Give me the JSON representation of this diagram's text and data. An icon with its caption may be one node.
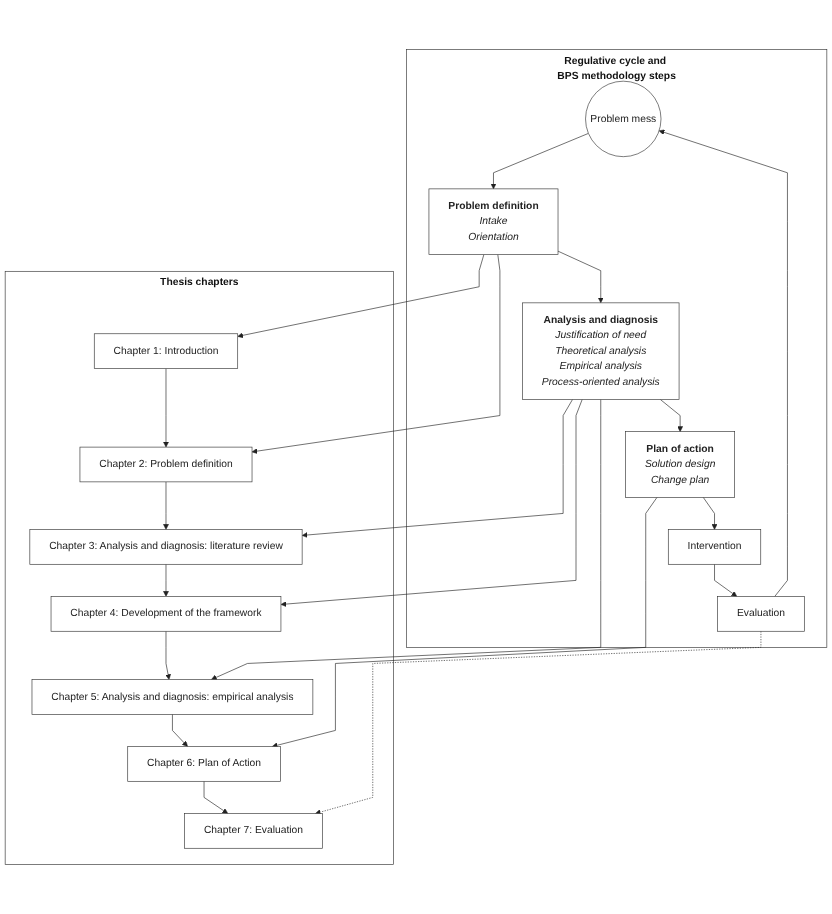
{
  "diagram": {
    "nodes": [
      {
        "text": [
          "Thesis chapters"
        ]
      },
      {
        "text": [
          "Chapter 1: Introduction"
        ],
        "in": 0
      },
      {
        "text": [
          "Chapter 2: Problem definition"
        ],
        "in": 0
      },
      {
        "text": [
          "Chapter 3: Analysis and diagnosis: literature review"
        ],
        "in": 0
      },
      {
        "text": [
          "Chapter 4: Development of the framework"
        ],
        "in": 0
      },
      {
        "text": [
          "Chapter 5: Analysis and diagnosis: empirical analysis"
        ],
        "in": 0
      },
      {
        "text": [
          "Chapter 6: Plan of Action"
        ],
        "in": 0
      },
      {
        "text": [
          "Chapter 7: Evaluation"
        ],
        "in": 0
      },
      {
        "text": [
          "Regulative cycle and BPS methodology steps"
        ]
      },
      {
        "text": [
          "Problem mess"
        ],
        "in": 8
      },
      {
        "text": [
          "Problem definition",
          "Intake",
          "Orientation"
        ],
        "in": 8
      },
      {
        "text": [
          "Analysis and diagnosis",
          "Justification of need",
          "Theoretical analysis",
          "Empirical analysis",
          "Process-oriented analysis"
        ],
        "in": 8
      },
      {
        "text": [
          "Plan of action",
          "Solution design",
          "Change plan"
        ],
        "in": 8
      },
      {
        "text": [
          "Intervention"
        ],
        "in": 8
      },
      {
        "text": [
          "Evaluation"
        ],
        "in": 8
      }
    ],
    "edges": [
      {
        "from": 1,
        "to": 2,
        "arrow": "to"
      },
      {
        "from": 2,
        "to": 3,
        "arrow": "to"
      },
      {
        "from": 3,
        "to": 4,
        "arrow": "to"
      },
      {
        "from": 4,
        "to": 5,
        "arrow": "to"
      },
      {
        "from": 5,
        "to": 6,
        "arrow": "to"
      },
      {
        "from": 6,
        "to": 7,
        "arrow": "to"
      },
      {
        "from": 9,
        "to": 10,
        "arrow": "to"
      },
      {
        "from": 10,
        "to": 11,
        "arrow": "to"
      },
      {
        "from": 11,
        "to": 12,
        "arrow": "to"
      },
      {
        "from": 12,
        "to": 13,
        "arrow": "to"
      },
      {
        "from": 13,
        "to": 14,
        "arrow": "to"
      },
      {
        "from": 14,
        "to": 9,
        "arrow": "to"
      },
      {
        "from": 10,
        "to": 1,
        "arrow": "to"
      },
      {
        "from": 10,
        "to": 2,
        "arrow": "to"
      },
      {
        "from": 11,
        "to": 3,
        "arrow": "to"
      },
      {
        "from": 11,
        "to": 4,
        "arrow": "to"
      },
      {
        "from": 11,
        "to": 5,
        "arrow": "to"
      },
      {
        "from": 12,
        "to": 6,
        "arrow": "to"
      },
      {
        "from": 14,
        "to": 7,
        "arrow": "to",
        "style": "dashed"
      }
    ]
  }
}
